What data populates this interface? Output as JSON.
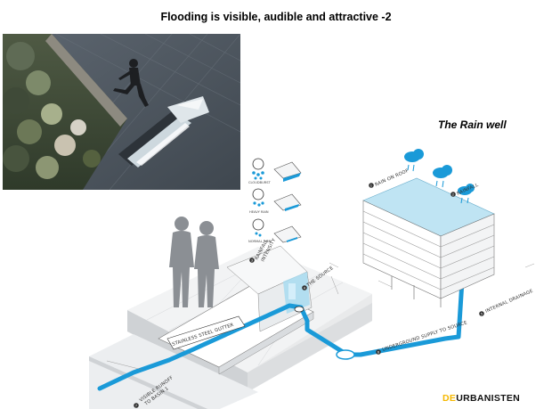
{
  "header": {
    "title": "Flooding is visible, audible and attractive -2",
    "subtitle": "The Rain well"
  },
  "diagram": {
    "labels": {
      "rain_on_roof": "RAIN ON ROOF",
      "rainfall": "RAINFALL",
      "rainfall_intensity_1": "RAINFALL",
      "rainfall_intensity_2": "INTENSITY",
      "the_source": "THE SOURCE",
      "internal_drainage": "INTERNAL DRAINAGE",
      "stainless_gutter": "STAINLESS STEEL GUTTER",
      "underground_supply": "UNDERGROUND SUPPLY TO SOURCE",
      "visible_runoff_1": "VISIBLE RUNOFF",
      "visible_runoff_2": "TO BASIN 1",
      "cloudburst": "CLOUDBURST",
      "heavy_rain": "HEAVY RAIN",
      "normal_rain": "NORMAL RAIN",
      "step_1": "1",
      "step_2": "2",
      "step_3": "3",
      "step_4": "4",
      "step_5": "5",
      "step_6": "6",
      "step_7": "7"
    }
  },
  "logo": {
    "prefix": "DE",
    "name": "URBANISTEN"
  },
  "colors": {
    "water": "#1a9ad8",
    "building_glass": "#bfe4f3",
    "logo_accent": "#f5b800"
  }
}
